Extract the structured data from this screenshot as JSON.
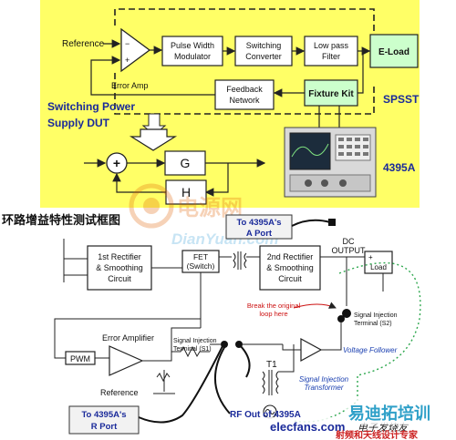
{
  "top": {
    "reference": "Reference",
    "error_amp": "Error Amp",
    "pwm": [
      "Pulse Width",
      "Modulator"
    ],
    "switching": [
      "Switching",
      "Converter"
    ],
    "lowpass": [
      "Low pass",
      "Filter"
    ],
    "eload": "E-Load",
    "feedback": [
      "Feedback",
      "Network"
    ],
    "fixture": "Fixture Kit",
    "spsst": "SPSST",
    "dut": [
      "Switching Power",
      "Supply DUT"
    ],
    "g": "G",
    "h": "H",
    "plus": "+",
    "analyzer": "4395A"
  },
  "middle": {
    "chinese_title": "环路增益特性测试框图",
    "to_a_port": [
      "To 4395A's",
      "A Port"
    ],
    "watermark": "DianYuan.com",
    "watermark_cn": "电源网"
  },
  "bottom": {
    "dc_output": [
      "DC",
      "OUTPUT"
    ],
    "rect1": [
      "1st Rectifier",
      "& Smoothing",
      "Circuit"
    ],
    "fet": [
      "FET",
      "(Switch)"
    ],
    "rect2": [
      "2nd Rectifier",
      "& Smoothing",
      "Circuit"
    ],
    "load": "Load",
    "plus": "+",
    "break_note": [
      "Break the original",
      "loop here"
    ],
    "inj_s2": [
      "Signal Injection",
      "Terminal (S2)"
    ],
    "inj_s1": [
      "Signal Injection",
      "Terminal (S1)"
    ],
    "error_amp": "Error Amplifier",
    "pwm": "PWM",
    "voltage_follower": "Voltage Follower",
    "t1": "T1",
    "transformer": [
      "Signal Injection",
      "Transformer"
    ],
    "reference": "Reference",
    "to_r_port": [
      "To 4395A's",
      "R Port"
    ],
    "rf_out": "RF Out of 4395A",
    "logo_elecfans": "elecfans.com",
    "logo_cn": "电子发烧友",
    "logo_red": "射频和天线设计专家",
    "logo_big": "易迪拓培训"
  }
}
